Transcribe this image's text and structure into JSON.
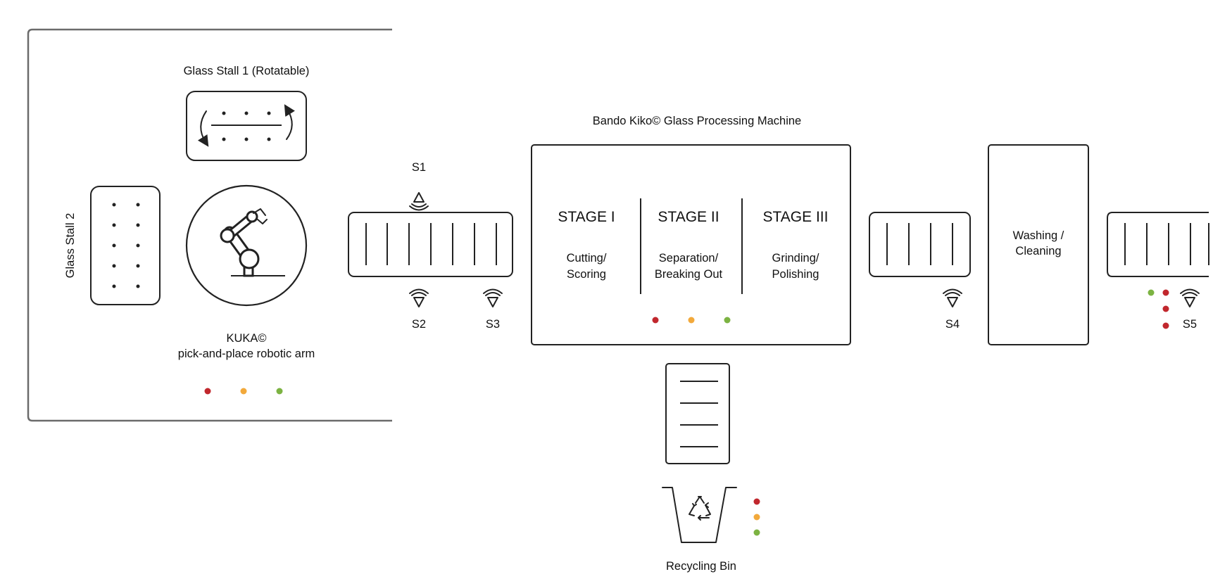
{
  "robot_cell": {
    "stall1_label": "Glass Stall 1 (Rotatable)",
    "stall2_label": "Glass Stall 2",
    "robot_title": "KUKA©",
    "robot_subtitle": "pick-and-place robotic arm",
    "indicators": [
      {
        "name": "red",
        "color": "#c1272d"
      },
      {
        "name": "yellow",
        "color": "#f2a93b"
      },
      {
        "name": "green",
        "color": "#7cb342"
      }
    ]
  },
  "sensors": {
    "s1": "S1",
    "s2": "S2",
    "s3": "S3",
    "s4": "S4",
    "s5": "S5"
  },
  "machine": {
    "title": "Bando Kiko© Glass Processing Machine",
    "stages": [
      {
        "name": "STAGE I",
        "desc1": "Cutting/",
        "desc2": "Scoring"
      },
      {
        "name": "STAGE II",
        "desc1": "Separation/",
        "desc2": "Breaking Out"
      },
      {
        "name": "STAGE III",
        "desc1": "Grinding/",
        "desc2": "Polishing"
      }
    ]
  },
  "washing": {
    "line1": "Washing /",
    "line2": "Cleaning"
  },
  "recycling": {
    "label": "Recycling Bin",
    "icon": "recycle-icon"
  },
  "colors": {
    "red": "#c1272d",
    "yellow": "#f2a93b",
    "green": "#7cb342",
    "stroke": "#222222"
  }
}
